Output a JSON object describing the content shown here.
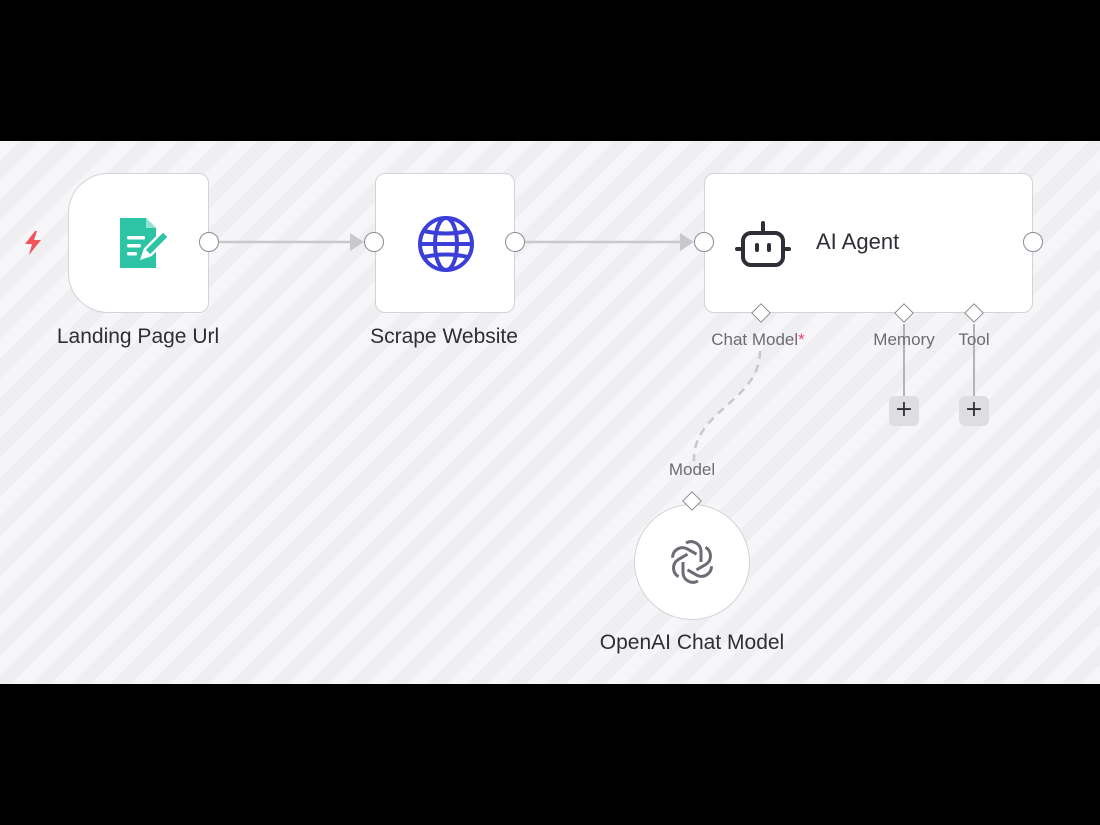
{
  "workflow": {
    "nodes": {
      "trigger": {
        "label": "Landing Page Url",
        "icon": "form-edit-icon",
        "accent": "#2cc4a4"
      },
      "scrape": {
        "label": "Scrape Website",
        "icon": "globe-icon",
        "accent": "#3b3fd8"
      },
      "agent": {
        "label": "AI Agent",
        "icon": "robot-icon"
      },
      "openai": {
        "label": "OpenAI Chat Model",
        "icon": "openai-icon"
      }
    },
    "agent_inputs": {
      "chat_model": {
        "label": "Chat Model",
        "required_mark": "*"
      },
      "memory": {
        "label": "Memory",
        "add_label": "+"
      },
      "tool": {
        "label": "Tool",
        "add_label": "+"
      }
    },
    "openai_output": {
      "label": "Model"
    },
    "trigger_indicator": {
      "icon": "lightning-bolt-icon",
      "color": "#f2545b"
    }
  }
}
